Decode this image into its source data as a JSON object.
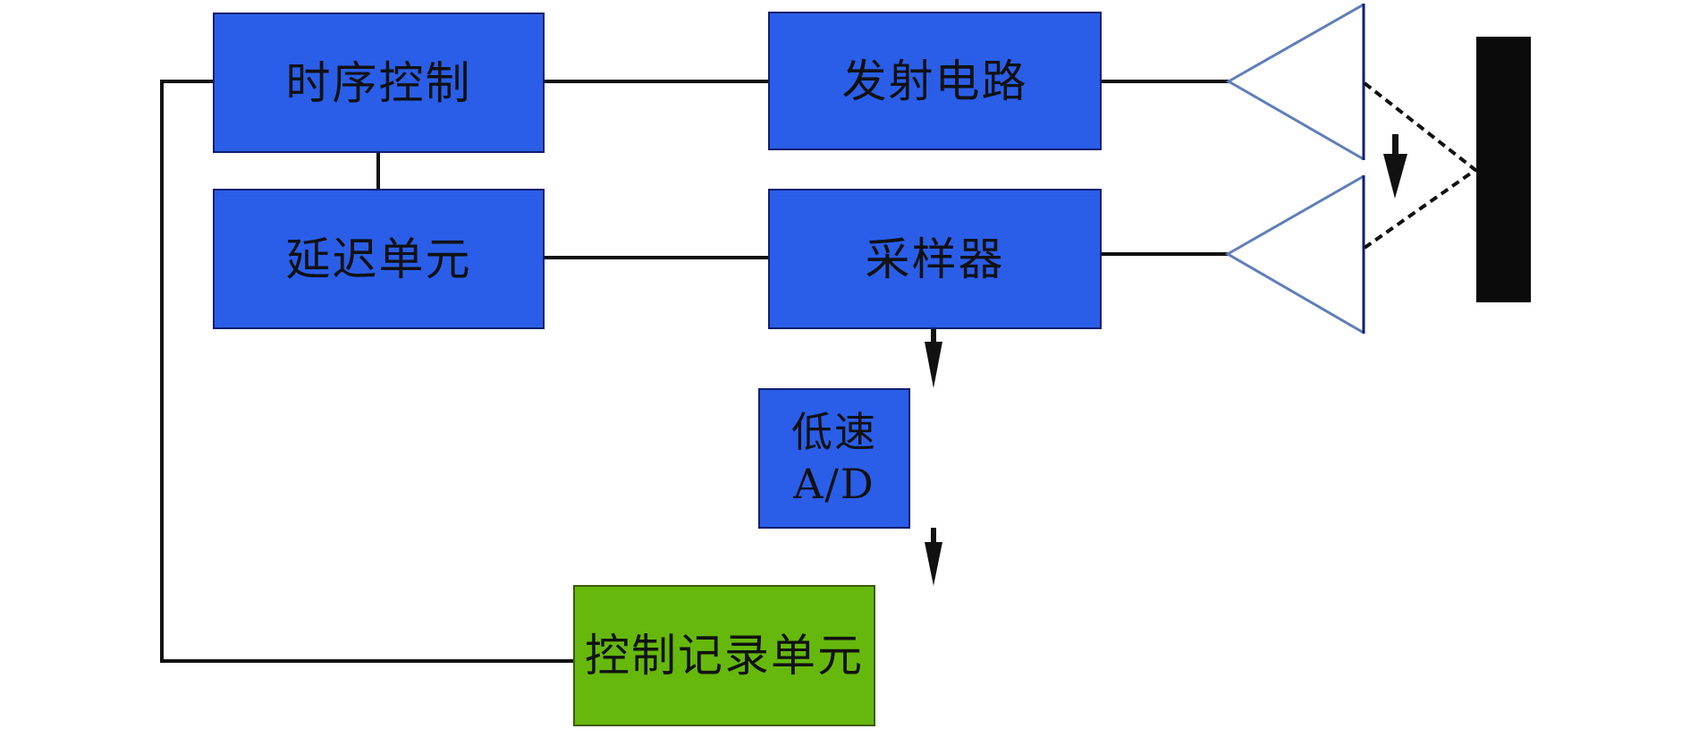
{
  "figure": {
    "type": "block-diagram",
    "colors": {
      "block_fill": "#2a5ee8",
      "control_block_fill": "#66b80c",
      "line": "#111111",
      "antenna_outline": "#0d1f6e",
      "target_fill": "#0a0a0a"
    },
    "blocks": {
      "timing_control": {
        "label": "时序控制"
      },
      "transmit_circuit": {
        "label": "发射电路"
      },
      "delay_unit": {
        "label": "延迟单元"
      },
      "sampler": {
        "label": "采样器"
      },
      "low_speed_ad": {
        "label": "低速\nA/D"
      },
      "control_record_unit": {
        "label": "控制记录单元"
      }
    },
    "connections": [
      {
        "from": "timing_control",
        "to": "transmit_circuit",
        "style": "solid"
      },
      {
        "from": "timing_control",
        "to": "delay_unit",
        "style": "solid"
      },
      {
        "from": "delay_unit",
        "to": "sampler",
        "style": "solid"
      },
      {
        "from": "transmit_circuit",
        "to": "transmit_antenna",
        "style": "solid"
      },
      {
        "from": "sampler",
        "to": "receive_antenna",
        "style": "solid"
      },
      {
        "from": "sampler",
        "to": "low_speed_ad",
        "style": "arrow"
      },
      {
        "from": "low_speed_ad",
        "to": "control_record_unit",
        "style": "arrow"
      },
      {
        "from": "control_record_unit",
        "to": "timing_control",
        "style": "solid"
      },
      {
        "from": "transmit_antenna",
        "to": "target",
        "style": "dashed"
      },
      {
        "from": "target",
        "to": "receive_antenna",
        "style": "dashed"
      }
    ],
    "elements": [
      "transmit_antenna",
      "receive_antenna",
      "target",
      "reflection_direction_arrow"
    ]
  }
}
